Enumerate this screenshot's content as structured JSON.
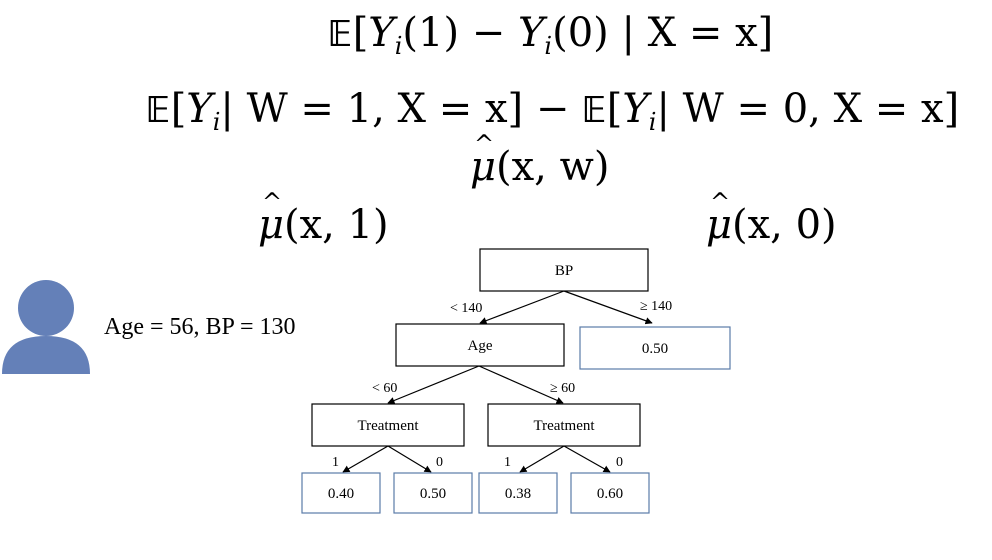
{
  "equations": {
    "line1": {
      "open": "[",
      "y1": "Y",
      "sub1": "i",
      "t1": "(1) − ",
      "y2": "Y",
      "sub2": "i",
      "t2": "(0)  |  X = x]"
    },
    "line2": {
      "open1": "[",
      "y1": "Y",
      "sub1": "i",
      "t1": "| W = 1, X = x] − ",
      "open2": "[",
      "y2": "Y",
      "sub2": "i",
      "t2": "| W = 0, X = x]"
    },
    "mu": "μ",
    "line3_args": "(x, w)",
    "line4_left_args": "(x, 1)",
    "line4_right_args": "(x, 0)",
    "expectation_symbol": "E"
  },
  "patient": {
    "features": "Age = 56, BP = 130",
    "icon": "person-icon",
    "icon_color": "#6480B8"
  },
  "tree": {
    "root": "BP",
    "root_left_edge": "< 140",
    "root_right_edge": "≥ 140",
    "root_right_leaf": "0.50",
    "age": "Age",
    "age_left_edge": "< 60",
    "age_right_edge": "≥  60",
    "treatment_left": "Treatment",
    "treatment_right": "Treatment",
    "edge_1": "1",
    "edge_0": "0",
    "leaves": [
      "0.40",
      "0.50",
      "0.38",
      "0.60"
    ],
    "leaf_border_color": "#5B7BA8"
  }
}
